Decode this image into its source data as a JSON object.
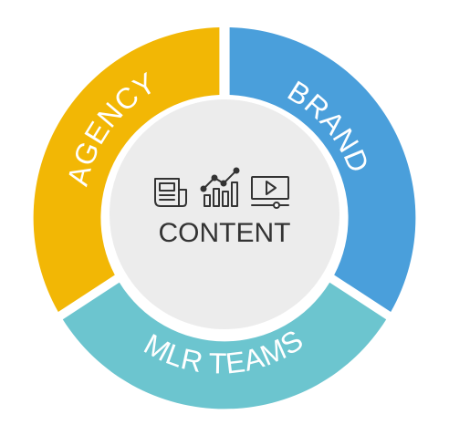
{
  "diagram": {
    "segments": [
      {
        "label": "AGENCY",
        "color": "#F2B705"
      },
      {
        "label": "BRAND",
        "color": "#4A9FDB"
      },
      {
        "label": "MLR TEAMS",
        "color": "#6CC5CF"
      }
    ],
    "center": {
      "label": "CONTENT",
      "background": "#ECECEC",
      "icons": [
        "document-icon",
        "bar-chart-icon",
        "video-icon"
      ]
    }
  }
}
